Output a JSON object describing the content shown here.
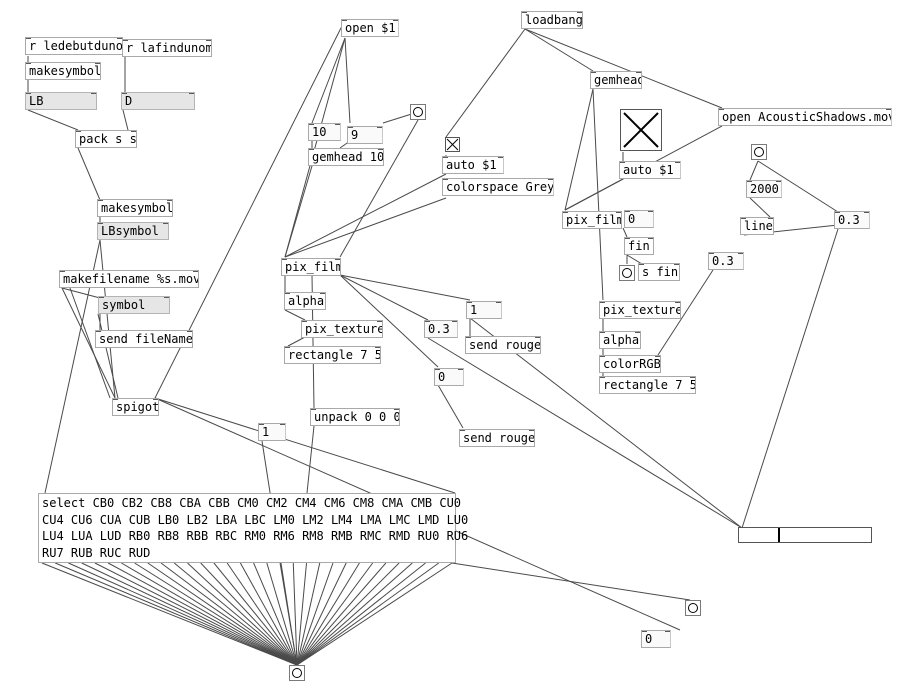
{
  "objects": {
    "r_ledebut": "r ledebutdunom",
    "r_lafin": "r lafindunom",
    "makesymbol1": "makesymbol",
    "LB_atom": "LB",
    "D_atom": "D",
    "pack": "pack s s",
    "makesymbol2": "makesymbol",
    "LBsymbol": "LBsymbol",
    "makefilename": "makefilename %s.mov",
    "symbol": "symbol",
    "send_filename": "send fileName",
    "spigot": "spigot",
    "open_dollar": "open $1",
    "num10": "10",
    "num9": "9",
    "gemhead10": "gemhead 10",
    "pix_film1": "pix_film",
    "alpha1": "alpha",
    "pix_texture1": "pix_texture",
    "rectangle1": "rectangle 7 5",
    "num_1_small": "1",
    "unpack": "unpack 0 0 0",
    "num03_mid": "0.3",
    "num1_mid": "1",
    "send_rouge1": "send rouge",
    "num0_mid": "0",
    "send_rouge2": "send rouge",
    "loadbang": "loadbang",
    "auto1": "auto $1",
    "colorspace": "colorspace Grey",
    "gemhead": "gemhead",
    "open_acoustic": "open AcousticShadows.mov",
    "auto2": "auto $1",
    "pix_film2": "pix_film",
    "num0_right": "0",
    "fin": "fin",
    "s_fin": "s fin",
    "num2000": "2000",
    "line": "line",
    "num03_right": "0.3",
    "num03_right2": "0.3",
    "pix_texture2": "pix_texture",
    "alpha2": "alpha",
    "colorRGB": "colorRGB",
    "rectangle2": "rectangle 7 5",
    "num0_bottom": "0",
    "select_line1": "select CB0 CB2 CB8 CBA CBB CM0 CM2 CM4 CM6 CM8 CMA CMB CU0",
    "select_line2": "CU4 CU6 CUA CUB LB0 LB2 LBA LBC LM0 LM2 LM4 LMA LMC LMD LU0",
    "select_line3": "LU4 LUA LUD RB0 RB8 RBB RBC RM0 RM6 RM8 RMB RMC RMD RU0 RU6",
    "select_line4": "RU7 RUB RUC RUD"
  },
  "slider": {
    "value_fraction": 0.3
  }
}
